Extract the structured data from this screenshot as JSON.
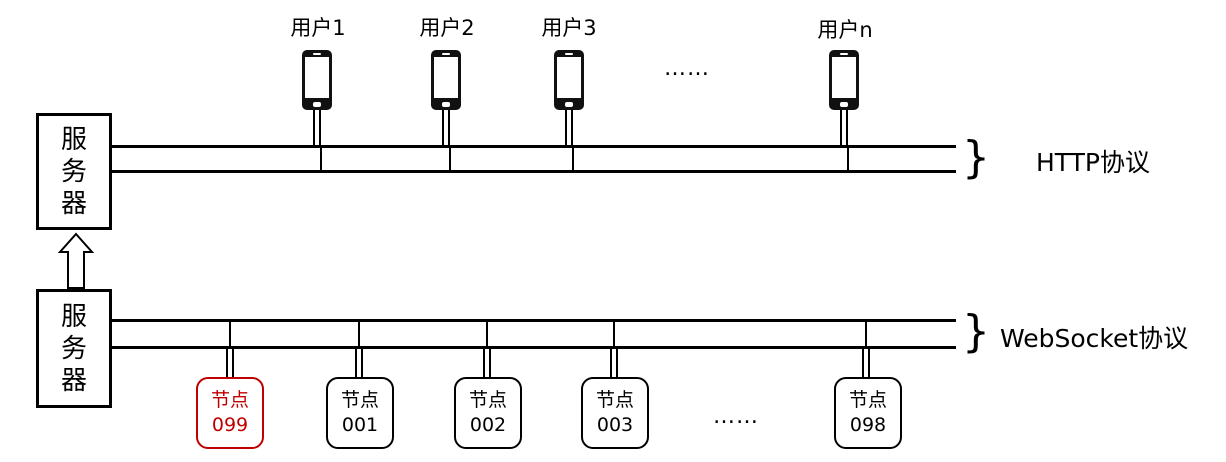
{
  "top_server": {
    "chars": [
      "服",
      "务",
      "器"
    ]
  },
  "bottom_server": {
    "chars": [
      "服",
      "务",
      "器"
    ]
  },
  "users": [
    "用户1",
    "用户2",
    "用户3",
    "用户n"
  ],
  "user_ellipsis": "……",
  "http": {
    "brace": "}",
    "label": "HTTP协议"
  },
  "websocket": {
    "brace": "}",
    "label": "WebSocket协议"
  },
  "nodes": [
    {
      "top": "节点",
      "bottom": "099",
      "highlight": true
    },
    {
      "top": "节点",
      "bottom": "001",
      "highlight": false
    },
    {
      "top": "节点",
      "bottom": "002",
      "highlight": false
    },
    {
      "top": "节点",
      "bottom": "003",
      "highlight": false
    },
    {
      "top": "节点",
      "bottom": "098",
      "highlight": false
    }
  ],
  "node_ellipsis": "……",
  "colors": {
    "line": "#000000",
    "highlight": "#c00000"
  }
}
